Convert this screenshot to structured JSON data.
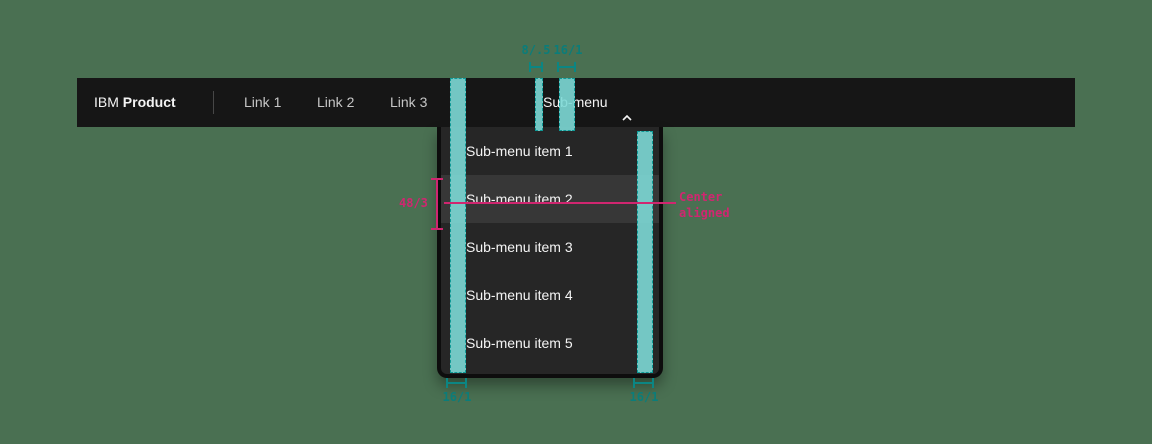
{
  "page": {
    "background_color": "#4a7052"
  },
  "header": {
    "brand_prefix": "IBM",
    "brand_name": "Product",
    "links": [
      "Link 1",
      "Link 2",
      "Link 3"
    ],
    "submenu": {
      "label": "Sub-menu",
      "state": "expanded"
    }
  },
  "menu": {
    "items": [
      "Sub-menu item 1",
      "Sub-menu item 2",
      "Sub-menu item 3",
      "Sub-menu item 4",
      "Sub-menu item 5"
    ],
    "highlighted_index": 1
  },
  "annotations": {
    "top_gap_spacing": "8/.5",
    "top_padding_spacing": "16/1",
    "bottom_left_spacing": "16/1",
    "bottom_right_spacing": "16/1",
    "item_height": "48/3",
    "alignment_note": "Center aligned",
    "colors": {
      "teal_border": "#0f9a97",
      "teal_fill": "#7dd9d6",
      "teal_text": "#0b7d7a",
      "pink": "#d02670",
      "header_bg": "#161616",
      "menu_bg": "#262626",
      "menu_highlight_bg": "#373737"
    }
  }
}
